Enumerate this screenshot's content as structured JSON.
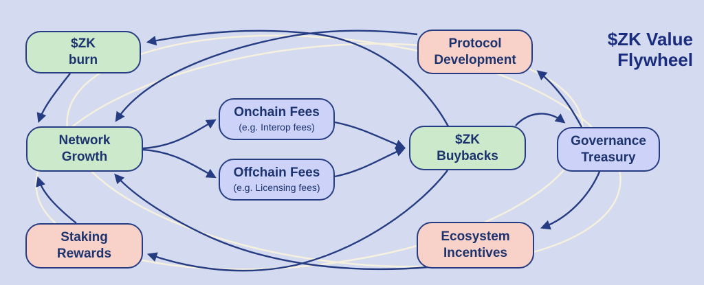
{
  "title": {
    "line1": "$ZK Value",
    "line2": "Flywheel"
  },
  "colors": {
    "bg": "#d4daef",
    "green": "#cceacb",
    "pink": "#f8d1c9",
    "purple": "#cdd2f8",
    "stroke": "#263c82",
    "text": "#1c336e",
    "title": "#192c7e",
    "cream": "#f6f1de"
  },
  "nodes": {
    "zk_burn": {
      "line1": "$ZK",
      "line2": "burn",
      "color": "green"
    },
    "protocol_development": {
      "line1": "Protocol",
      "line2": "Development",
      "color": "pink"
    },
    "network_growth": {
      "line1": "Network",
      "line2": "Growth",
      "color": "green"
    },
    "onchain_fees": {
      "line1": "Onchain Fees",
      "line2": "(e.g. Interop fees)",
      "color": "purple"
    },
    "offchain_fees": {
      "line1": "Offchain Fees",
      "line2": "(e.g. Licensing fees)",
      "color": "purple"
    },
    "zk_buybacks": {
      "line1": "$ZK",
      "line2": "Buybacks",
      "color": "green"
    },
    "governance_treasury": {
      "line1": "Governance",
      "line2": "Treasury",
      "color": "purple"
    },
    "staking_rewards": {
      "line1": "Staking",
      "line2": "Rewards",
      "color": "pink"
    },
    "ecosystem_incentives": {
      "line1": "Ecosystem",
      "line2": "Incentives",
      "color": "pink"
    }
  },
  "edges": [
    {
      "from": "zk_burn",
      "to": "network_growth"
    },
    {
      "from": "staking_rewards",
      "to": "network_growth"
    },
    {
      "from": "protocol_development",
      "to": "network_growth"
    },
    {
      "from": "zk_buybacks",
      "to": "zk_burn"
    },
    {
      "from": "network_growth",
      "to": "onchain_fees"
    },
    {
      "from": "network_growth",
      "to": "offchain_fees"
    },
    {
      "from": "onchain_fees",
      "to": "zk_buybacks"
    },
    {
      "from": "offchain_fees",
      "to": "zk_buybacks"
    },
    {
      "from": "zk_buybacks",
      "to": "governance_treasury"
    },
    {
      "from": "governance_treasury",
      "to": "protocol_development"
    },
    {
      "from": "governance_treasury",
      "to": "ecosystem_incentives"
    },
    {
      "from": "ecosystem_incentives",
      "to": "network_growth"
    },
    {
      "from": "zk_buybacks",
      "to": "staking_rewards"
    }
  ]
}
